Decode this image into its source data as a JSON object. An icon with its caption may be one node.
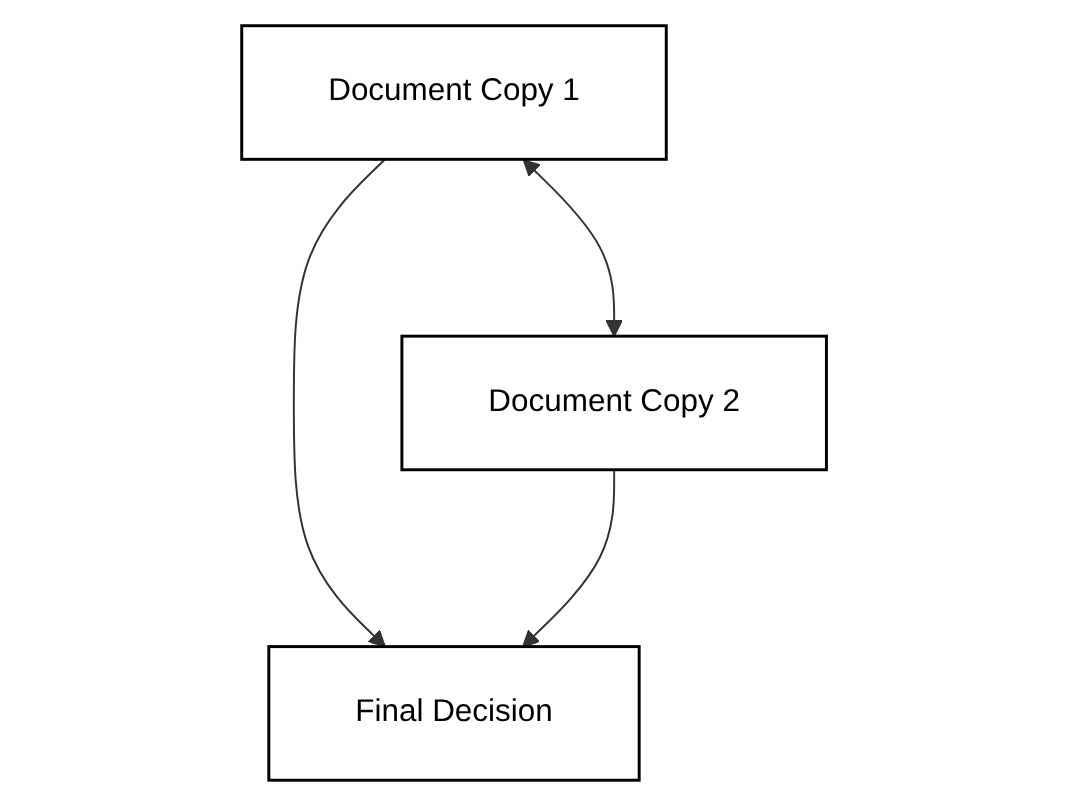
{
  "diagram": {
    "nodes": [
      {
        "text": [
          "Document Copy 1"
        ]
      },
      {
        "text": [
          "Document Copy 2"
        ]
      },
      {
        "text": [
          "Final Decision"
        ]
      }
    ],
    "edges": [
      {
        "from": 0,
        "to": 1,
        "arrow": "both"
      },
      {
        "from": 0,
        "to": 2,
        "arrow": "to"
      },
      {
        "from": 1,
        "to": 2,
        "arrow": "to"
      }
    ]
  }
}
